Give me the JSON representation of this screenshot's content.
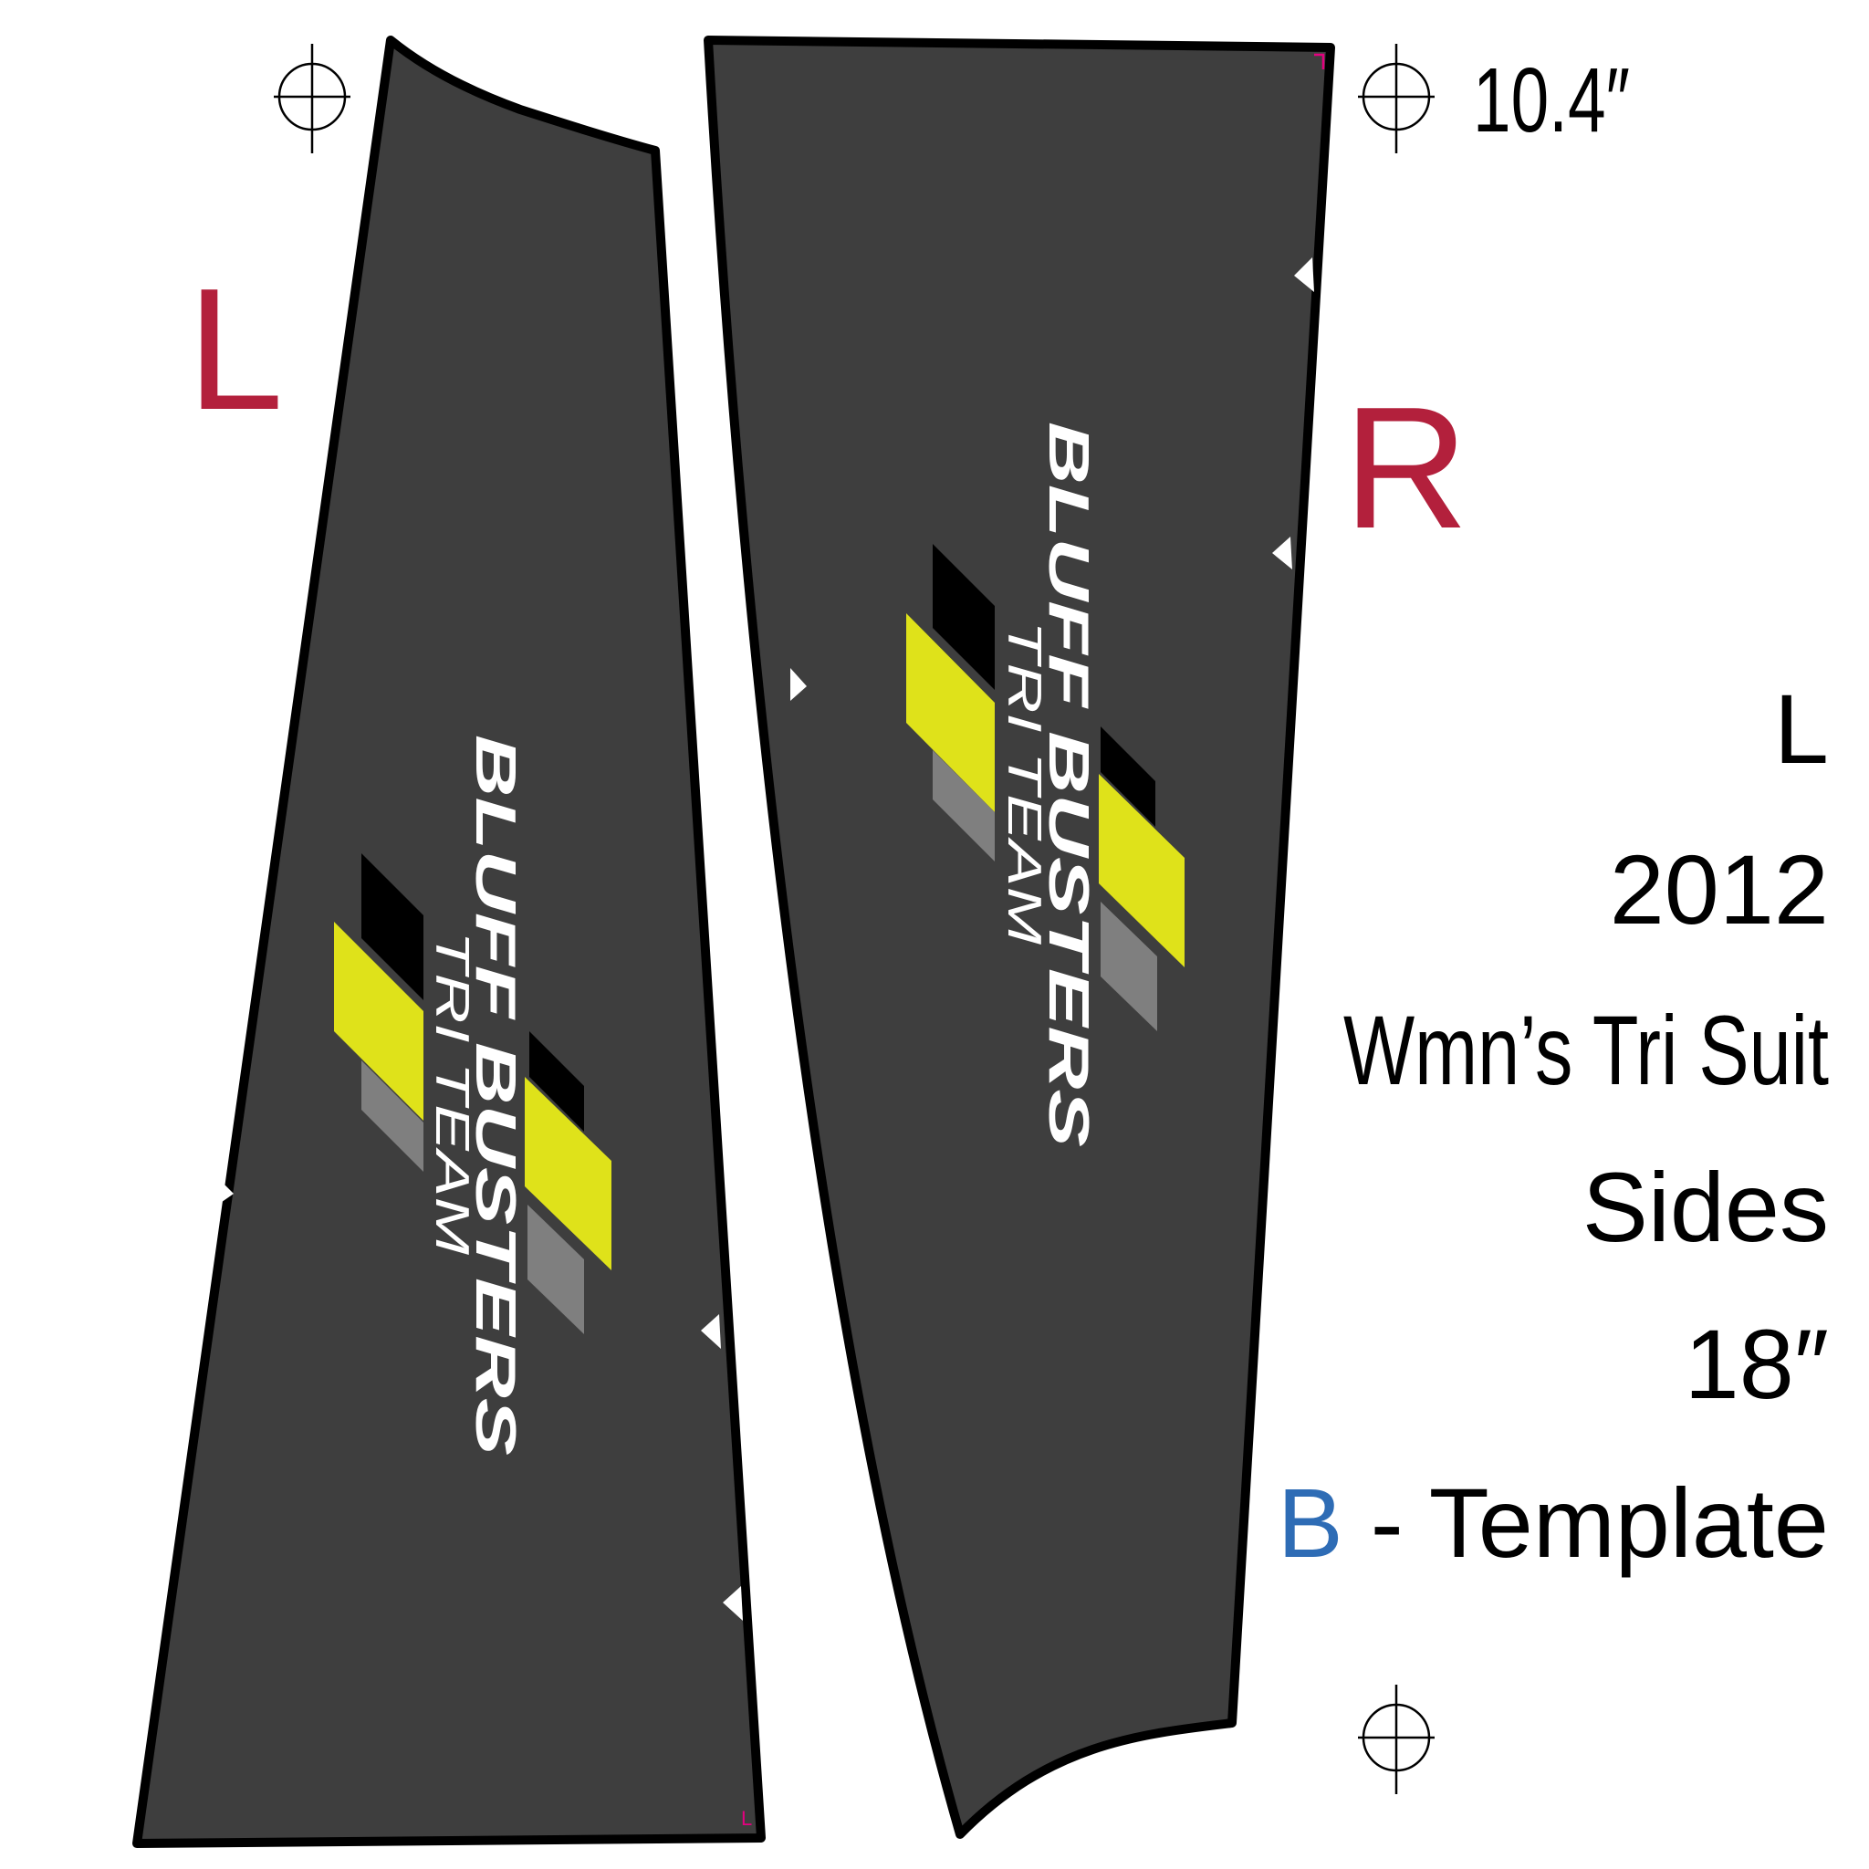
{
  "pieces": {
    "left": {
      "side_letter": "L",
      "logo": {
        "line1": "BLUFF BUSTERS",
        "line2": "TRI TEAM"
      },
      "corner_mark": "L"
    },
    "right": {
      "side_letter": "R",
      "logo": {
        "line1": "BLUFF BUSTERS",
        "line2": "TRI TEAM"
      }
    }
  },
  "info": {
    "width_label": "10.4″",
    "size": "L",
    "year": "2012",
    "product": "Wmn’s Tri Suit",
    "panel": "Sides",
    "length": "18″",
    "template_letter": "B",
    "template_label": " - Template"
  },
  "colors": {
    "panel_fill": "#3e3e3e",
    "outline": "#000000",
    "logo_yellow": "#dfe21a",
    "logo_gray": "#7f7f7f",
    "logo_black": "#000000",
    "side_letter_red": "#b3203c",
    "template_blue": "#2e6cb5",
    "corner_mark_magenta": "#e4007f"
  }
}
